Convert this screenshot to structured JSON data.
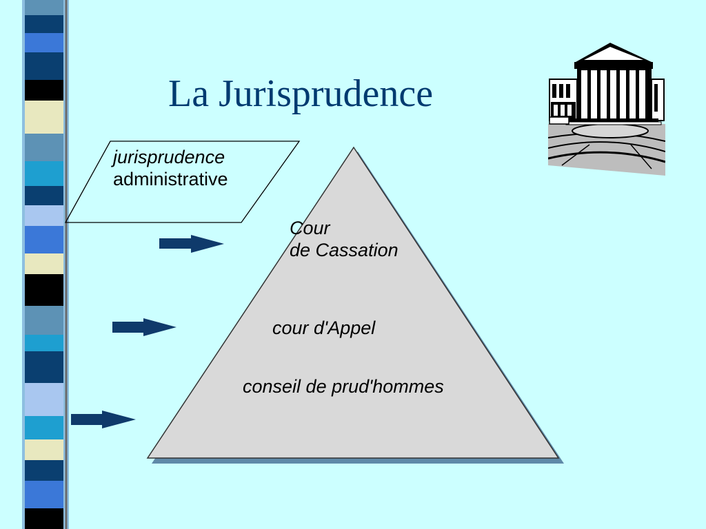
{
  "slide": {
    "title": "La Jurisprudence"
  },
  "diagram": {
    "parallelogram_label_line1": "jurisprudence",
    "parallelogram_label_line2": "administrative",
    "levels": [
      {
        "line1": "Cour",
        "line2": "de Cassation"
      },
      {
        "line1": "cour d'Appel"
      },
      {
        "line1": "conseil de prud'hommes"
      }
    ]
  },
  "colors": {
    "background": "#ccffff",
    "title": "#003a70",
    "pyramid_fill": "#d9d9d9",
    "pyramid_shadow": "#5f8aa8",
    "arrow": "#0f3a6b"
  }
}
